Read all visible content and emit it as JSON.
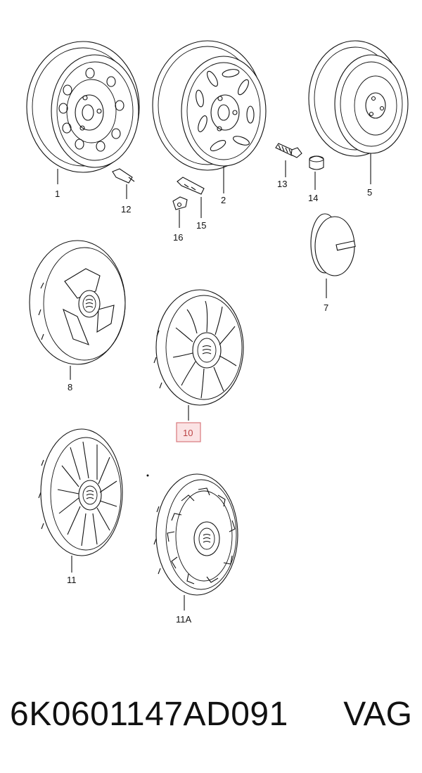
{
  "diagram": {
    "callouts": {
      "c1": "1",
      "c2": "2",
      "c5": "5",
      "c12": "12",
      "c13": "13",
      "c14": "14",
      "c15": "15",
      "c16": "16",
      "c7": "7",
      "c8": "8",
      "c10": "10",
      "c11": "11",
      "c11a": "11A"
    },
    "highlighted_callout": "10",
    "highlight_color": "#fbe3e4"
  },
  "footer": {
    "part_number": "6K0601147AD091",
    "brand": "VAG"
  }
}
